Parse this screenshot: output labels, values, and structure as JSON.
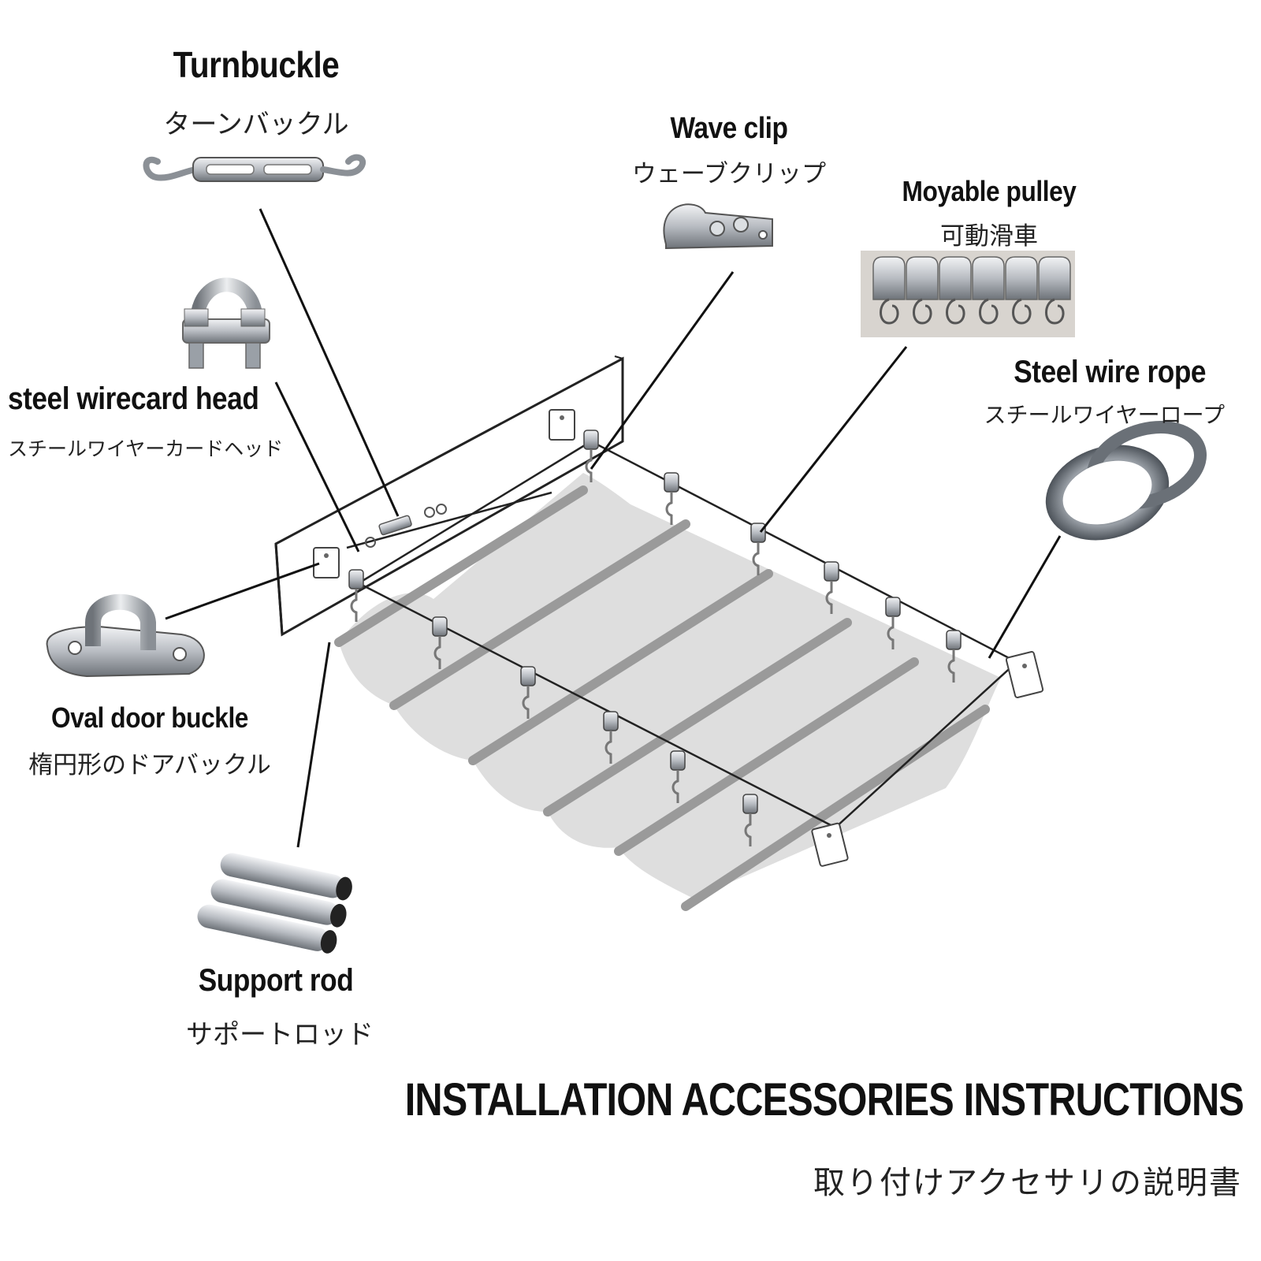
{
  "title": "INSTALLATION ACCESSORIES INSTRUCTIONS",
  "subtitle": "取り付けアクセサリの説明書",
  "parts": {
    "turnbuckle": {
      "en": "Turnbuckle",
      "jp": "ターンバックル",
      "icon": "turnbuckle-icon"
    },
    "wave_clip": {
      "en": "Wave clip",
      "jp": "ウェーブクリップ",
      "icon": "wave-clip-icon"
    },
    "movable_pulley": {
      "en": "Moyable pulley",
      "jp": "可動滑車",
      "icon": "pulley-icon"
    },
    "steel_wire_rope": {
      "en": "Steel wire rope",
      "jp": "スチールワイヤーロープ",
      "icon": "wire-coil-icon"
    },
    "wirecard_head": {
      "en": "steel wirecard head",
      "jp": "スチールワイヤーカードヘッド",
      "icon": "wire-clamp-icon"
    },
    "oval_door_buckle": {
      "en": "Oval door buckle",
      "jp": "楕円形のドアバックル",
      "icon": "pad-eye-icon"
    },
    "support_rod": {
      "en": "Support rod",
      "jp": "サポートロッド",
      "icon": "rods-icon"
    }
  },
  "colors": {
    "metal": "#b8bcc2",
    "metal_dark": "#6e7379",
    "canopy": "#dcdcdc",
    "rod": "#9a9a9a",
    "line": "#111111"
  }
}
